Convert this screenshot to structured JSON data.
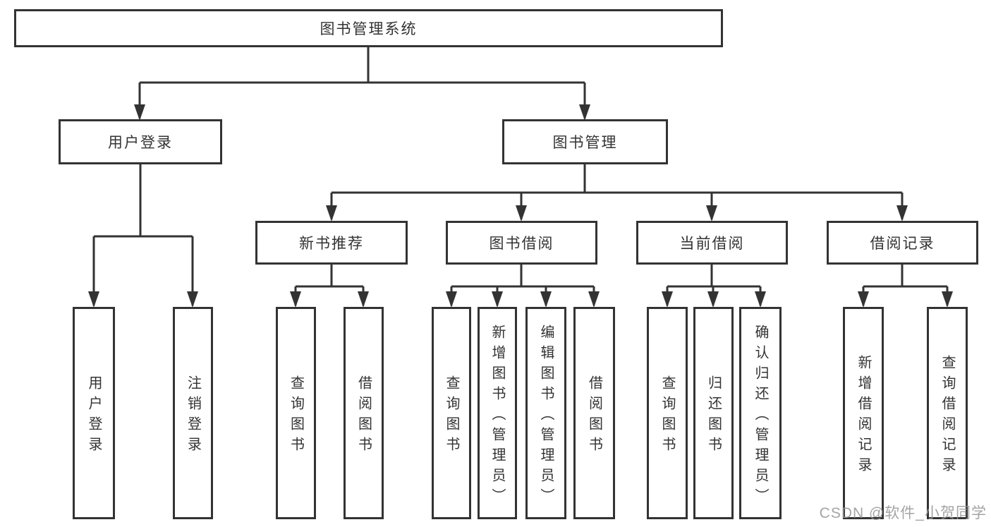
{
  "tree": {
    "label": "图书管理系统",
    "children": [
      {
        "label": "用户登录",
        "children": [
          {
            "label": "用户登录"
          },
          {
            "label": "注销登录"
          }
        ]
      },
      {
        "label": "图书管理",
        "children": [
          {
            "label": "新书推荐",
            "children": [
              {
                "label": "查询图书"
              },
              {
                "label": "借阅图书"
              }
            ]
          },
          {
            "label": "图书借阅",
            "children": [
              {
                "label": "查询图书"
              },
              {
                "label": "新增图书（管理员）"
              },
              {
                "label": "编辑图书（管理员）"
              },
              {
                "label": "借阅图书"
              }
            ]
          },
          {
            "label": "当前借阅",
            "children": [
              {
                "label": "查询图书"
              },
              {
                "label": "归还图书"
              },
              {
                "label": "确认归还（管理员）"
              }
            ]
          },
          {
            "label": "借阅记录",
            "children": [
              {
                "label": "新增借阅记录"
              },
              {
                "label": "查询借阅记录"
              }
            ]
          }
        ]
      }
    ]
  },
  "watermark": {
    "text": "CSDN @软件_小贺同学"
  },
  "colors": {
    "line": "#333333",
    "text": "#333333",
    "background": "#ffffff",
    "watermark": "#949494"
  }
}
